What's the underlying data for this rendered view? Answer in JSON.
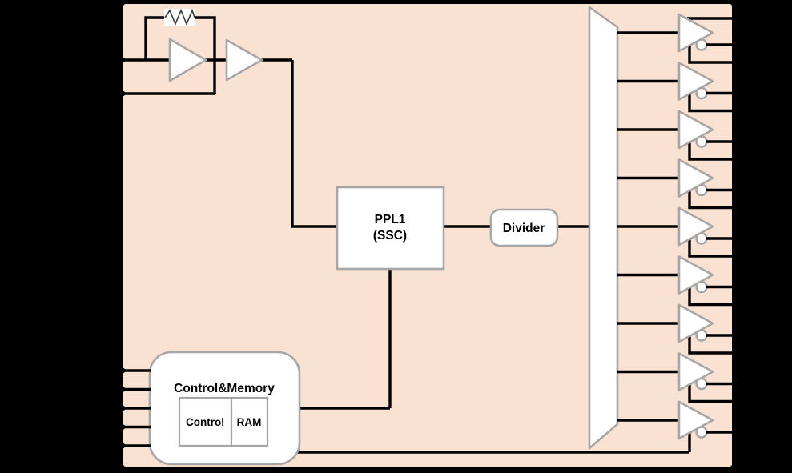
{
  "background_color": "#000000",
  "chip": {
    "fill": "#fae2d2",
    "border_color": "#000000",
    "block_fill": "#ffffff",
    "block_border_color": "#a6a6a6",
    "wire_color": "#000000"
  },
  "blocks": {
    "pll": {
      "line1": "PPL1",
      "line2": "(SSC)"
    },
    "divider": {
      "label": "Divider"
    },
    "control_memory": {
      "title": "Control&Memory",
      "sub_blocks": [
        {
          "label": "Control"
        },
        {
          "label": "RAM"
        }
      ]
    }
  },
  "oscillator": {
    "xtal_pin_count": 2,
    "has_feedback_resistor": true,
    "amplifier_count": 2
  },
  "fanout": {
    "output_buffer_count": 9,
    "buffers_have_inverting_bubble": true,
    "right_edge_pin_count": 18
  },
  "control_inputs": {
    "pin_count": 5
  }
}
